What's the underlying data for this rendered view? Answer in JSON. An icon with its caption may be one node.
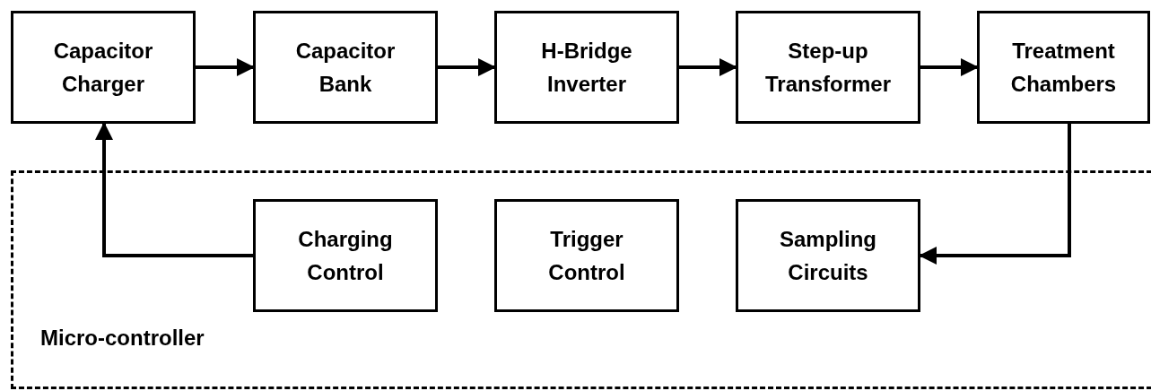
{
  "diagram": {
    "nodes": [
      {
        "text": [
          "Capacitor Charger"
        ]
      },
      {
        "text": [
          "Capacitor Bank"
        ]
      },
      {
        "text": [
          "H-Bridge Inverter"
        ]
      },
      {
        "text": [
          "Step-up Transformer"
        ]
      },
      {
        "text": [
          "Treatment Chambers"
        ]
      },
      {
        "text": [
          "Micro-controller"
        ]
      },
      {
        "text": [
          "Charging Control"
        ],
        "in": 5
      },
      {
        "text": [
          "Trigger Control"
        ],
        "in": 5
      },
      {
        "text": [
          "Sampling Circuits"
        ],
        "in": 5
      }
    ],
    "edges": [
      {
        "from": 0,
        "to": 1,
        "arrow": "to"
      },
      {
        "from": 1,
        "to": 2,
        "arrow": "to"
      },
      {
        "from": 2,
        "to": 3,
        "arrow": "to"
      },
      {
        "from": 3,
        "to": 4,
        "arrow": "to"
      },
      {
        "from": 6,
        "to": 0,
        "arrow": "to"
      },
      {
        "from": 4,
        "to": 8,
        "arrow": "to"
      }
    ]
  }
}
